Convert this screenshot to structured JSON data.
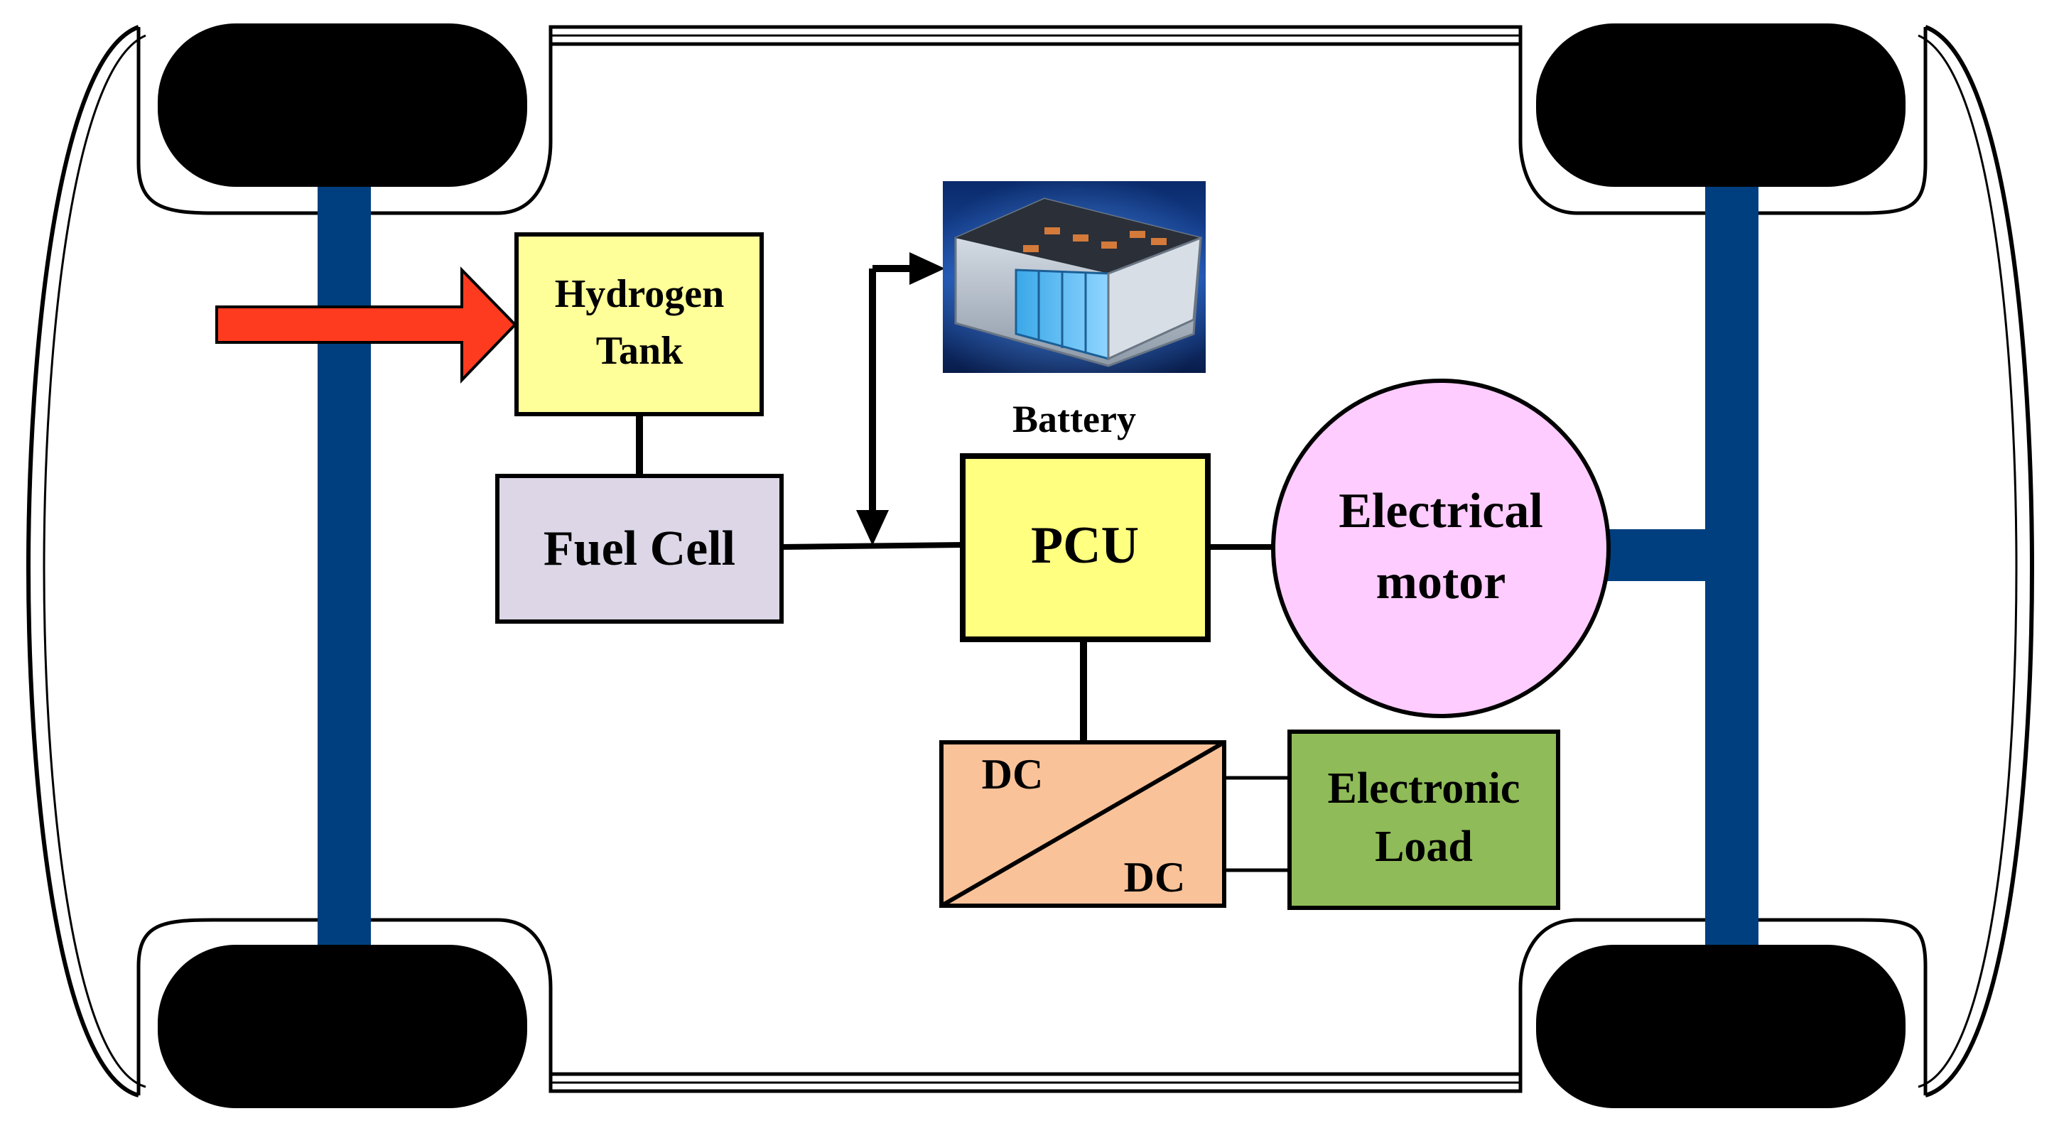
{
  "colors": {
    "axle": "#003f7f",
    "arrow": "#ff3b1f",
    "hydrogen_tank": "#ffff99",
    "fuel_cell": "#dcd6e6",
    "pcu": "#ffff80",
    "motor": "#ffccff",
    "dcdc": "#f9c299",
    "load": "#8fbb58",
    "wheel": "#000000"
  },
  "hydrogen_tank": {
    "line1": "Hydrogen",
    "line2": "Tank"
  },
  "fuel_cell": {
    "label": "Fuel Cell"
  },
  "battery": {
    "label": "Battery",
    "image_icon": "battery-pack-icon"
  },
  "pcu": {
    "label": "PCU"
  },
  "motor": {
    "line1": "Electrical",
    "line2": "motor"
  },
  "dcdc": {
    "in_label": "DC",
    "out_label": "DC"
  },
  "load": {
    "line1": "Electronic",
    "line2": "Load"
  }
}
